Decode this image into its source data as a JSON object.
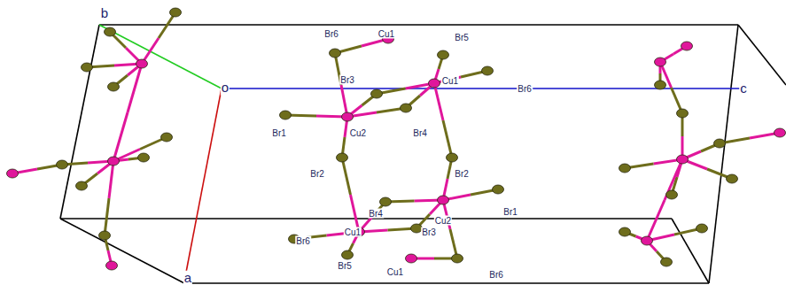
{
  "diagram": {
    "labels": [
      "b",
      "o",
      "c",
      "a",
      "Br6",
      "Cu1",
      "Br5",
      "Br3",
      "Cu1",
      "Br6",
      "Br1",
      "Cu2",
      "Br4",
      "Br2",
      "Br2",
      "Br4",
      "Br1",
      "Cu2",
      "Cu1",
      "Br3",
      "Br6",
      "Br5",
      "Cu1",
      "Br6"
    ]
  }
}
